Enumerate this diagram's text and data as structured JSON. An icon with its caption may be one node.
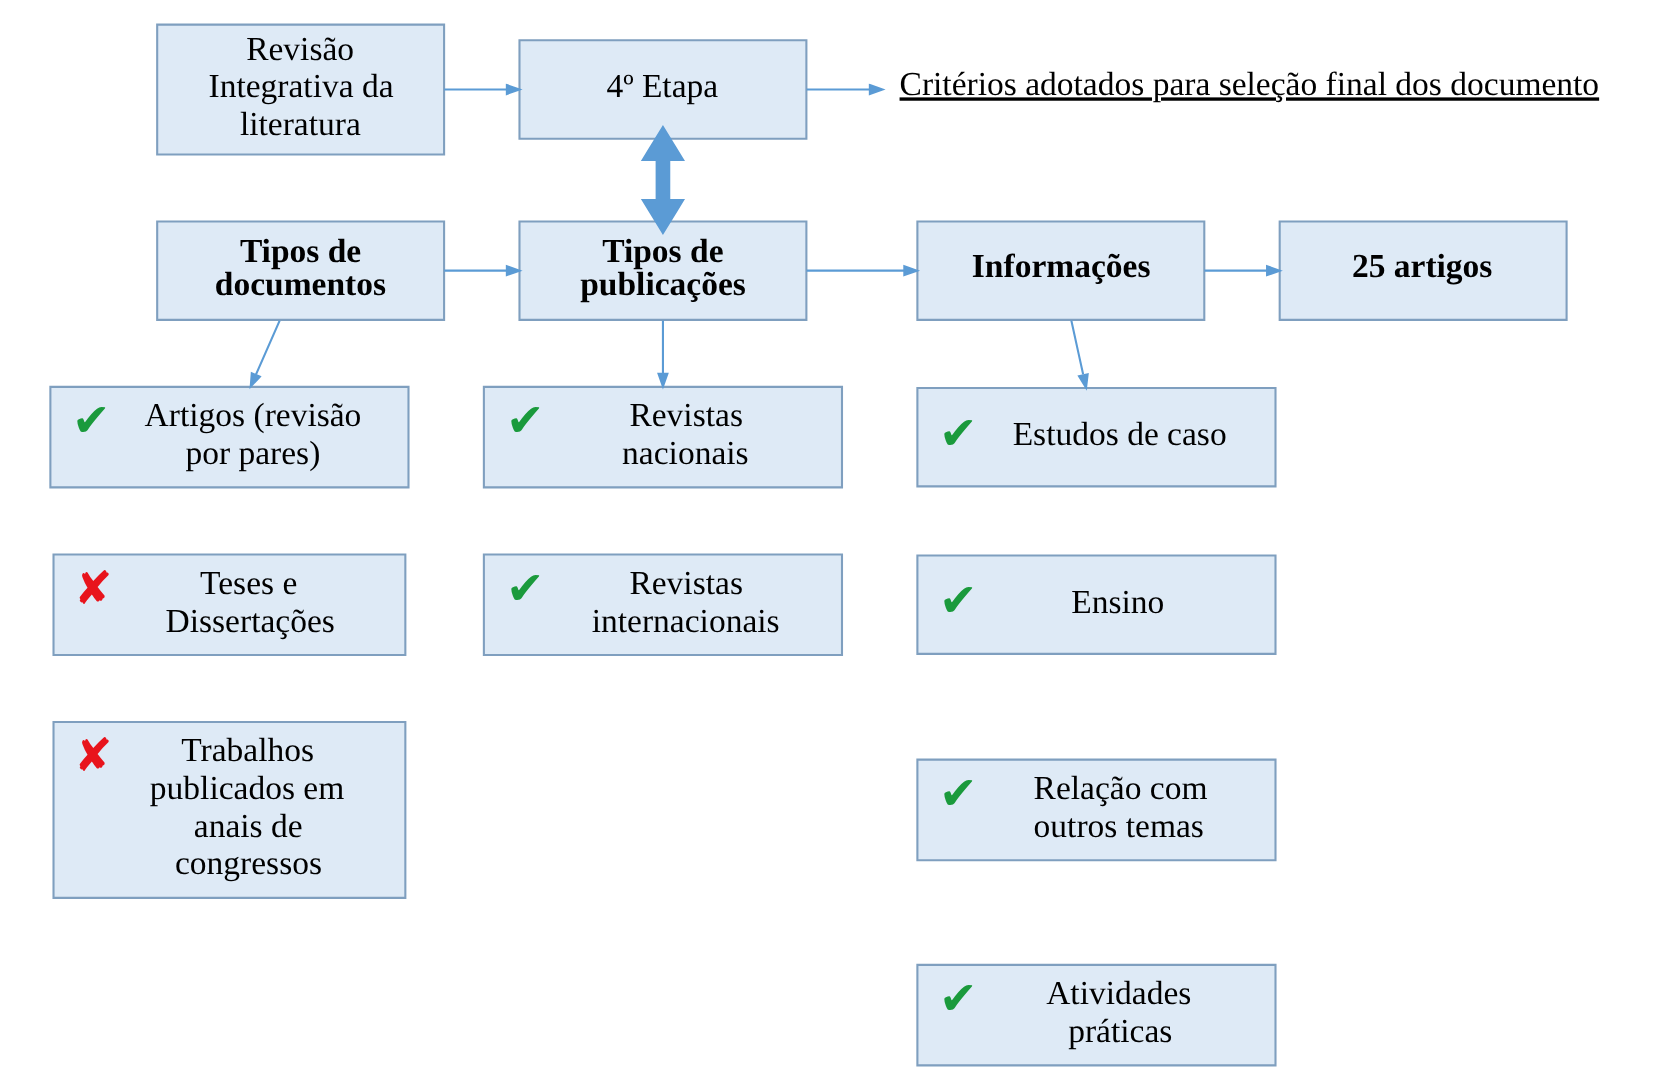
{
  "diagram": {
    "nodes": [
      {
        "text": [
          "Revisão Integrativa da literatura"
        ]
      },
      {
        "text": [
          "4º Etapa"
        ]
      },
      {
        "text": [
          "Critérios adotados para seleção final dos documento"
        ]
      },
      {
        "text": [
          "Tipos de documentos"
        ]
      },
      {
        "text": [
          "Tipos de publicações"
        ]
      },
      {
        "text": [
          "Informações"
        ]
      },
      {
        "text": [
          "25 artigos"
        ]
      },
      {
        "text": [
          "✔",
          "Artigos (revisão por pares)"
        ]
      },
      {
        "text": [
          "✘",
          "Teses e Dissertações"
        ]
      },
      {
        "text": [
          "✘",
          "Trabalhos publicados em anais de congressos"
        ]
      },
      {
        "text": [
          "✔",
          "Revistas nacionais"
        ]
      },
      {
        "text": [
          "✔",
          "Revistas internacionais"
        ]
      },
      {
        "text": [
          "✔",
          "Estudos de caso"
        ]
      },
      {
        "text": [
          "✔",
          "Ensino"
        ]
      },
      {
        "text": [
          "✔",
          "Relação com outros temas"
        ]
      },
      {
        "text": [
          "✔",
          "Atividades práticas"
        ]
      }
    ],
    "edges": [
      {
        "from": 0,
        "to": 1,
        "arrow": "to"
      },
      {
        "from": 1,
        "to": 2,
        "arrow": "to"
      },
      {
        "from": 1,
        "to": 4,
        "arrow": "both",
        "style": "thick"
      },
      {
        "from": 3,
        "to": 4,
        "arrow": "to"
      },
      {
        "from": 4,
        "to": 5,
        "arrow": "to"
      },
      {
        "from": 5,
        "to": 6,
        "arrow": "to"
      },
      {
        "from": 3,
        "to": 7,
        "arrow": "to"
      },
      {
        "from": 4,
        "to": 10,
        "arrow": "to"
      },
      {
        "from": 5,
        "to": 12,
        "arrow": "to"
      }
    ]
  }
}
